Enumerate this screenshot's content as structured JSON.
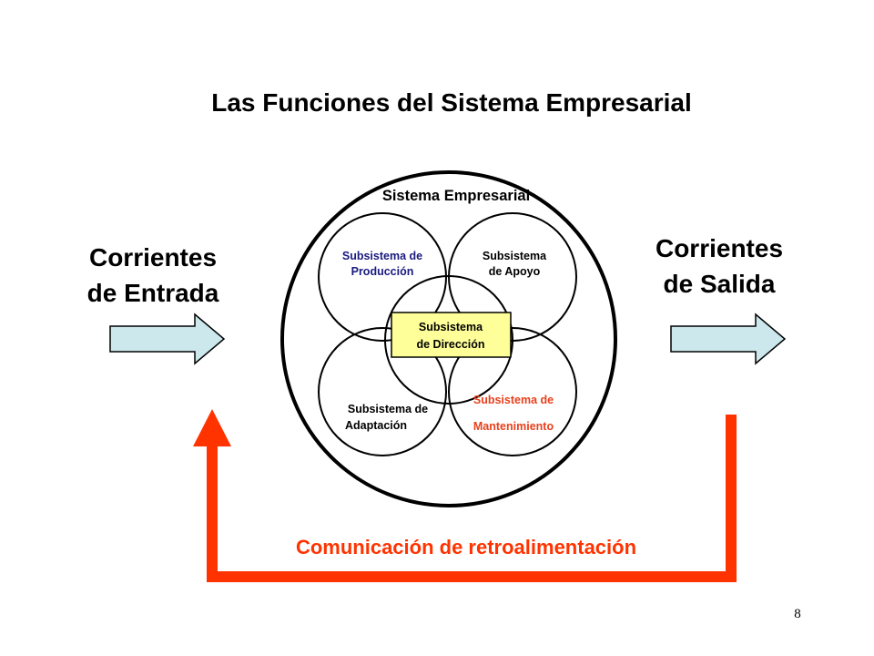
{
  "title": "Las Funciones del Sistema Empresarial",
  "system_label": "Sistema Empresarial",
  "input": {
    "line1": "Corrientes",
    "line2": "de Entrada"
  },
  "output": {
    "line1": "Corrientes",
    "line2": "de Salida"
  },
  "subsystems": {
    "produccion": {
      "line1": "Subsistema de",
      "line2": "Producción"
    },
    "apoyo": {
      "line1": "Subsistema",
      "line2": "de Apoyo"
    },
    "direccion": {
      "line1": "Subsistema",
      "line2": "de Dirección"
    },
    "adaptacion": {
      "line1": "Subsistema de",
      "line2": "Adaptación"
    },
    "mantenimiento": {
      "line1": "Subsistema de",
      "line2": "Mantenimiento"
    }
  },
  "feedback_label": "Comunicación de retroalimentación",
  "page_number": "8",
  "colors": {
    "feedback": "#ff3300",
    "arrow_fill": "#cce8ec",
    "direccion_box": "#ffff99",
    "produccion_text": "#1a1a80",
    "mantenimiento_text": "#e8401c",
    "text": "#000000"
  }
}
